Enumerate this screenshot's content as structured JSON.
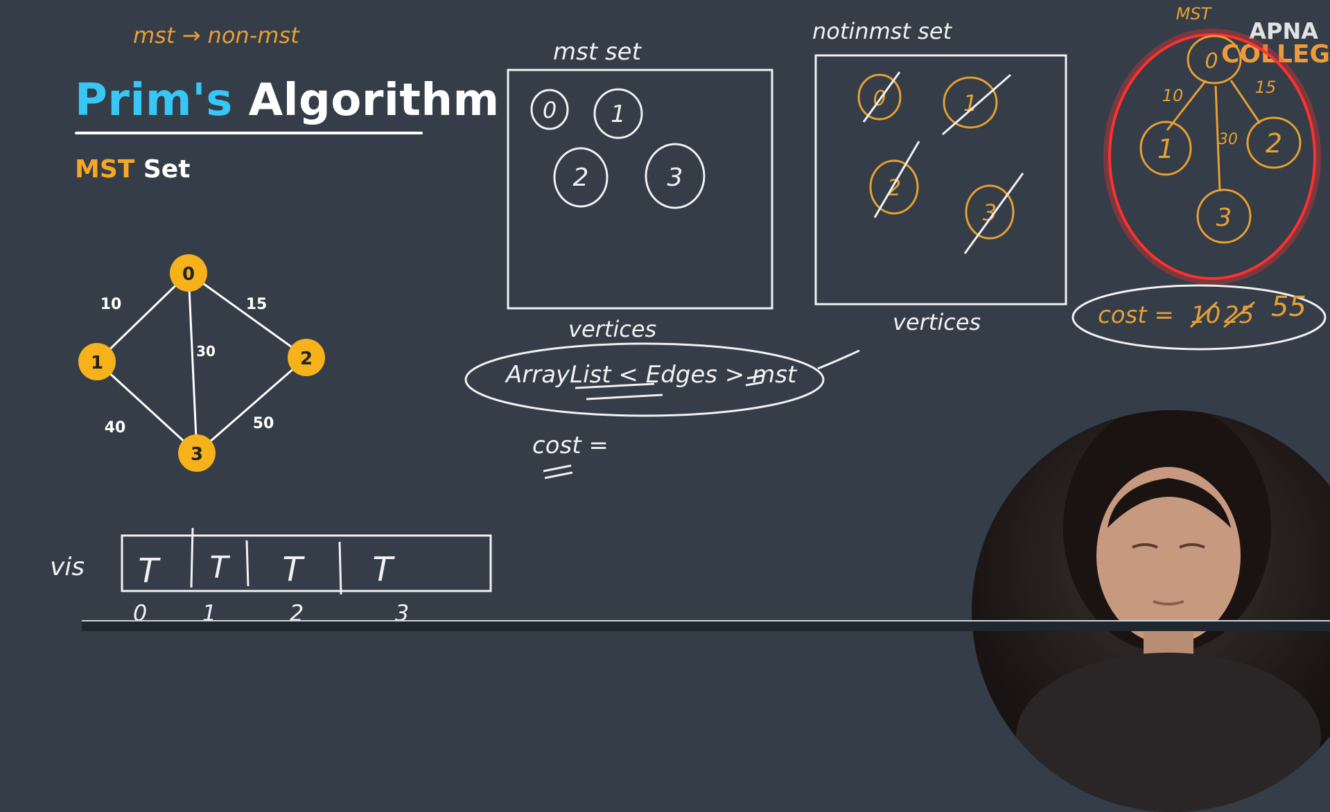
{
  "colors": {
    "background": "#343d48",
    "title_accent": "#38c6f4",
    "subtitle_accent": "#f7a823",
    "node_fill": "#f7b21b",
    "handwriting_orange": "#e8a032",
    "handwriting_white": "#f2f2f2",
    "highlight_red": "#ff3030"
  },
  "slide": {
    "title_part1": "Prim's",
    "title_part2": "Algorithm",
    "subtitle_part1": "MST",
    "subtitle_part2": "Set"
  },
  "logo": {
    "line1": "APNA",
    "line2": "COLLEGE"
  },
  "graph": {
    "nodes": [
      "0",
      "1",
      "2",
      "3"
    ],
    "edge_weights": [
      "10",
      "15",
      "30",
      "40",
      "50"
    ]
  },
  "annotations": {
    "top_note": "mst → non-mst",
    "mst_set_label": "mst set",
    "not_mst_set_label": "notinmst set",
    "mst_set_items": [
      "0",
      "1",
      "2",
      "3"
    ],
    "not_mst_items": [
      "0",
      "1",
      "2",
      "3"
    ],
    "vertices_label_1": "vertices",
    "vertices_label_2": "vertices",
    "arraylist_note": "ArrayList < Edges > mst",
    "cost_note": "cost =",
    "vis_label": "vis",
    "vis_values": [
      "T",
      "T",
      "T",
      "T"
    ],
    "vis_indices": [
      "0",
      "1",
      "2",
      "3"
    ],
    "mst_tree_label": "MST",
    "mst_tree_nodes": [
      "0",
      "1",
      "2",
      "3"
    ],
    "mst_tree_weights": [
      "10",
      "15",
      "30"
    ],
    "cost_total_prefix": "cost =",
    "cost_struck_1": "10",
    "cost_struck_2": "25",
    "cost_final": "55"
  }
}
